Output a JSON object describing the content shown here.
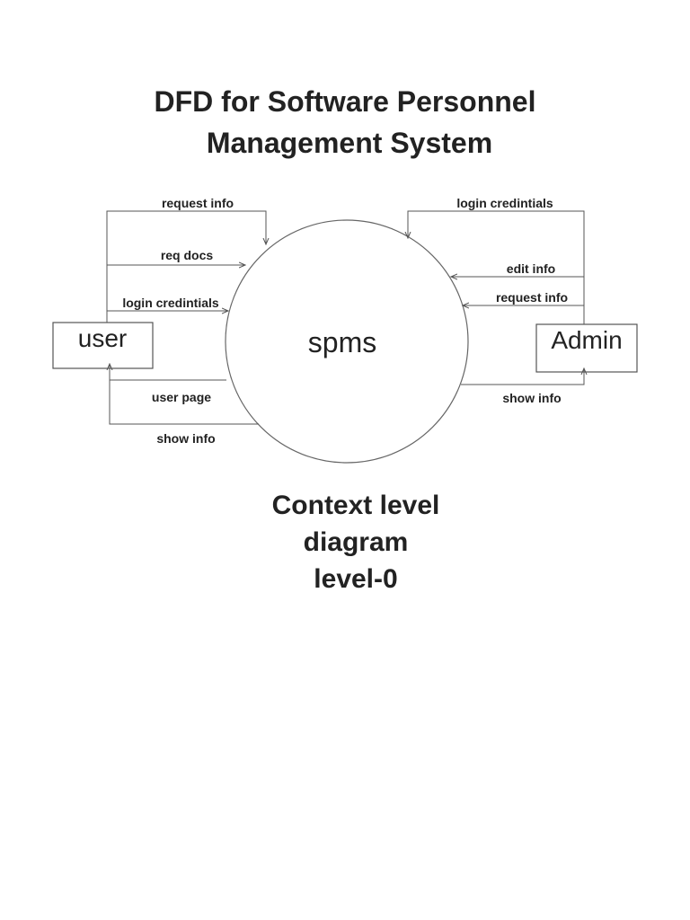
{
  "title": {
    "line1": "DFD for Software Personnel",
    "line2": "Management System"
  },
  "process": {
    "label": "spms"
  },
  "entities": {
    "user": {
      "label": "user"
    },
    "admin": {
      "label": "Admin"
    }
  },
  "flows": {
    "user_request_info": "request info",
    "user_req_docs": "req docs",
    "user_login_credentials": "login credintials",
    "user_page": "user page",
    "user_show_info": "show info",
    "admin_login_credentials": "login credintials",
    "admin_edit_info": "edit info",
    "admin_request_info": "request info",
    "admin_show_info": "show info"
  },
  "caption": {
    "line1": "Context level",
    "line2": "diagram",
    "line3": "level-0"
  }
}
